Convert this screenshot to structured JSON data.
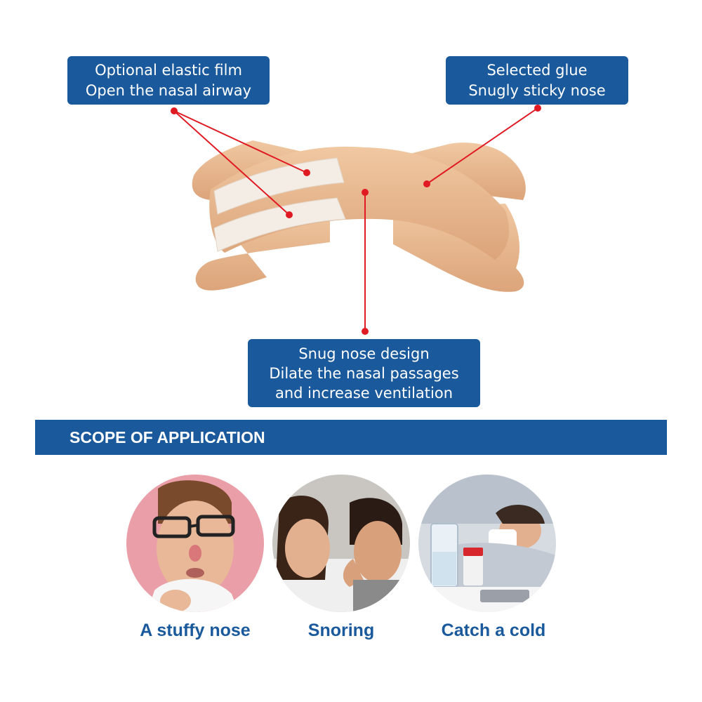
{
  "colors": {
    "brand_blue": "#1a5a9c",
    "pointer_red": "#e01a22",
    "strip_skin": "#e9b98f",
    "film_white": "#f4ede6"
  },
  "callouts": {
    "film": {
      "line1": "Optional elastic film",
      "line2": "Open the nasal airway"
    },
    "glue": {
      "line1": "Selected glue",
      "line2": "Snugly sticky nose"
    },
    "design": {
      "line1": "Snug nose design",
      "line2": "Dilate the nasal passages",
      "line3": "and increase ventilation"
    }
  },
  "scope": {
    "title": "SCOPE OF APPLICATION"
  },
  "applications": [
    {
      "caption": "A stuffy nose",
      "icon": "man-with-tissue-photo"
    },
    {
      "caption": "Snoring",
      "icon": "couple-in-bed-photo"
    },
    {
      "caption": "Catch a cold",
      "icon": "sick-woman-with-medicine-photo"
    }
  ]
}
